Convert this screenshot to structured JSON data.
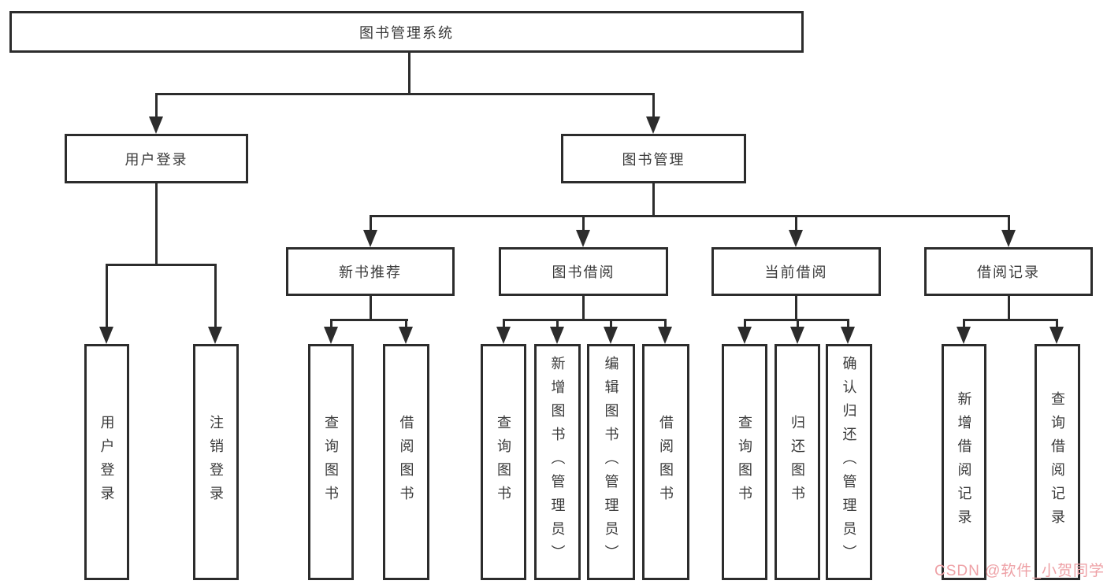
{
  "diagram": {
    "root": {
      "label": "图书管理系统"
    },
    "level2": [
      {
        "label": "用户登录"
      },
      {
        "label": "图书管理"
      }
    ],
    "level3": [
      {
        "label": "新书推荐"
      },
      {
        "label": "图书借阅"
      },
      {
        "label": "当前借阅"
      },
      {
        "label": "借阅记录"
      }
    ],
    "leaves": {
      "user_login": [
        "用户登录",
        "注销登录"
      ],
      "new_books": [
        "查询图书",
        "借阅图书"
      ],
      "book_borrow": [
        "查询图书",
        "新增图书（管理员）",
        "编辑图书（管理员）",
        "借阅图书"
      ],
      "current_borrow": [
        "查询图书",
        "归还图书",
        "确认归还（管理员）"
      ],
      "borrow_records": [
        "新增借阅记录",
        "查询借阅记录"
      ]
    }
  },
  "watermark": {
    "text": "CSDN @软件_小贺同学",
    "color": "#eea1a6"
  },
  "colors": {
    "line": "#2c2c2c",
    "text": "#3a3a3a",
    "background": "#ffffff"
  }
}
